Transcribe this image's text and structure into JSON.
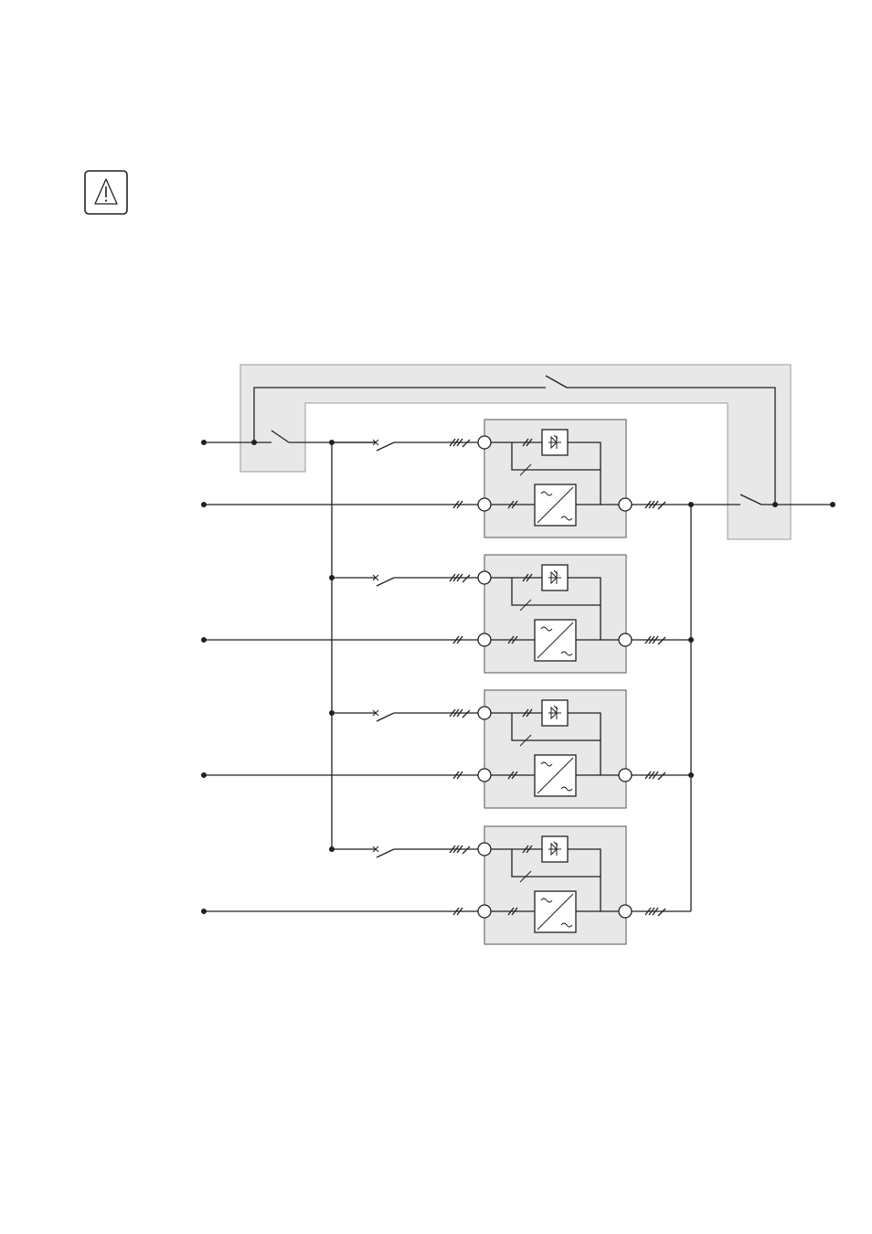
{
  "warning": {
    "icon": "warning-triangle-icon",
    "glyph": "!"
  },
  "diagram": {
    "title": "",
    "maintenance_bypass": {
      "icon": "maintenance-bypass-switch-icon"
    },
    "ups_units": [
      {
        "name": "ups-unit-1",
        "rectifier_icon": "ac-dc-converter-icon",
        "static_switch_icon": "thyristor-icon"
      },
      {
        "name": "ups-unit-2",
        "rectifier_icon": "ac-dc-converter-icon",
        "static_switch_icon": "thyristor-icon"
      },
      {
        "name": "ups-unit-3",
        "rectifier_icon": "ac-dc-converter-icon",
        "static_switch_icon": "thyristor-icon"
      },
      {
        "name": "ups-unit-4",
        "rectifier_icon": "ac-dc-converter-icon",
        "static_switch_icon": "thyristor-icon"
      }
    ],
    "colors": {
      "line": "#231f20",
      "panel": "#e8e8e8",
      "panel_border": "#9a9a9a"
    }
  }
}
